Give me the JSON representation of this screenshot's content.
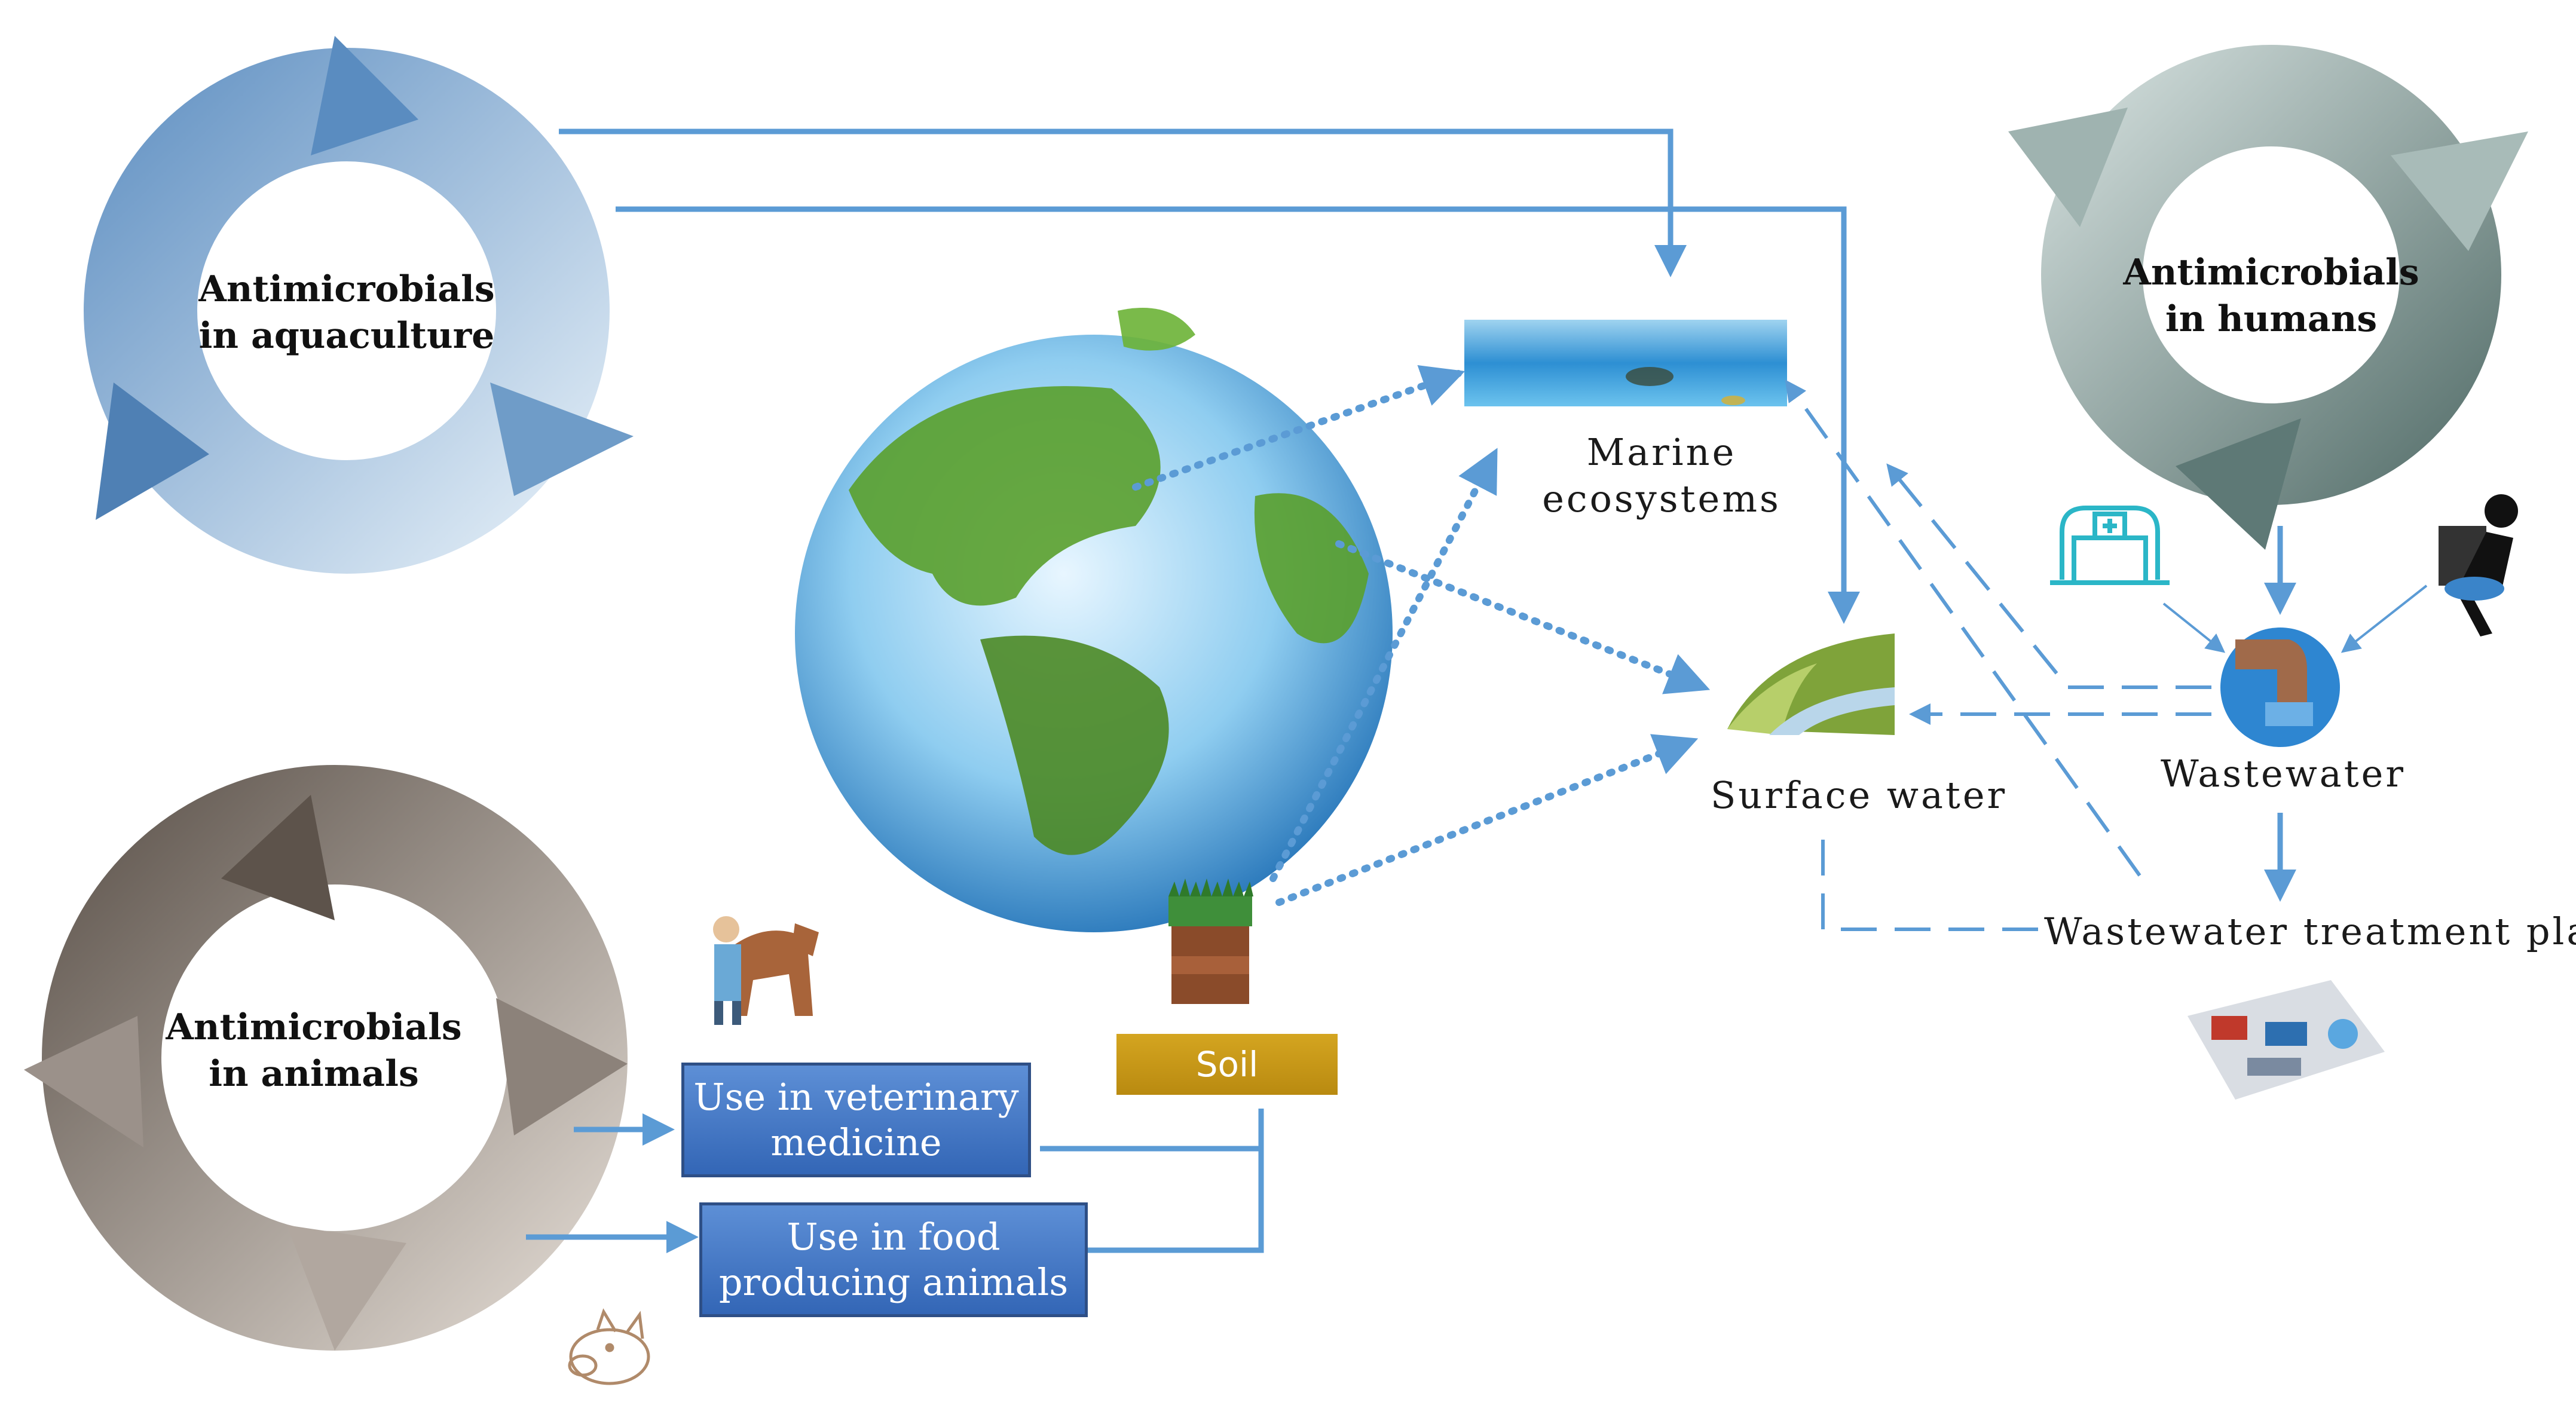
{
  "cycles": {
    "aquaculture": {
      "line1": "Antimicrobials",
      "line2": "in aquaculture"
    },
    "humans": {
      "line1": "Antimicrobials",
      "line2": "in humans"
    },
    "animals": {
      "line1": "Antimicrobials",
      "line2": "in animals"
    }
  },
  "nodes": {
    "marine": {
      "line1": "Marine",
      "line2": "ecosystems"
    },
    "surface_water": "Surface water",
    "wastewater": "Wastewater",
    "treatment_plant": "Wastewater treatment plant",
    "soil": "Soil"
  },
  "uses": {
    "veterinary": {
      "line1": "Use in veterinary",
      "line2": "medicine"
    },
    "food_animals": {
      "line1": "Use in food",
      "line2": "producing animals"
    }
  },
  "colors": {
    "arrow": "#5b9bd5",
    "aquaculture_cycle": "#6f9cc8",
    "humans_cycle": "#7d9a96",
    "animals_cycle": "#8c827a",
    "box_fill": "#4a7cc6",
    "soil_fill": "#c89a18"
  },
  "icons": [
    "globe-icon",
    "hospital-icon",
    "toilet-person-icon",
    "wastewater-pipe-icon",
    "soil-block-icon",
    "farmer-cow-icon",
    "pig-icon",
    "river-icon",
    "treatment-plant-icon",
    "marine-photo-icon"
  ]
}
